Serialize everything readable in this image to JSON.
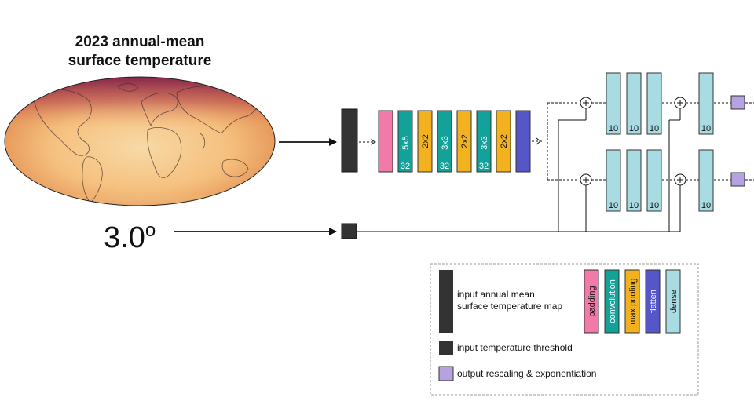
{
  "map": {
    "title_line1": "2023 annual-mean",
    "title_line2": "surface temperature"
  },
  "threshold": {
    "value": "3.0",
    "unit": "o"
  },
  "layers": {
    "conv1_kernel": "5x5",
    "conv1_filters": "32",
    "pool1": "2x2",
    "conv2_kernel": "3x3",
    "conv2_filters": "32",
    "pool2": "2x2",
    "conv3_kernel": "3x3",
    "conv3_filters": "32",
    "pool3": "2x2",
    "dense_units": "10"
  },
  "legend": {
    "map_input": "input annual mean surface temperature map",
    "map_input_line1": "input annual mean",
    "map_input_line2": "surface temperature map",
    "threshold_input": "input temperature threshold",
    "output": "output rescaling & exponentiation",
    "padding": "padding",
    "convolution": "convolution",
    "max_pooling": "max pooling",
    "flatten": "flatten",
    "dense": "dense"
  },
  "colors": {
    "input": "#333333",
    "padding": "#f27aa8",
    "convolution": "#12a29a",
    "max_pooling": "#f2b11f",
    "flatten": "#5556c8",
    "dense": "#a8dbe2",
    "output": "#b7a2e0"
  }
}
